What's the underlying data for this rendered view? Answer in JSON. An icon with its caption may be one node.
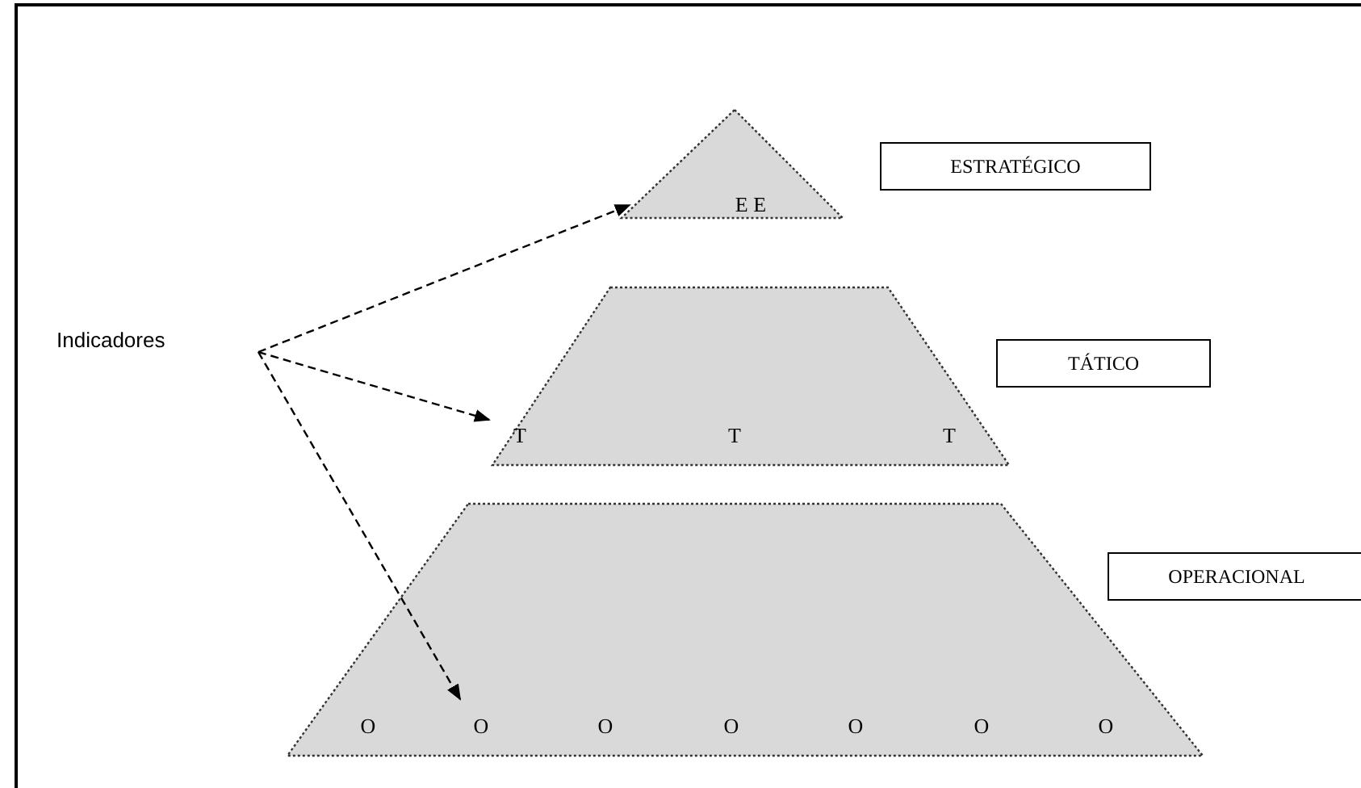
{
  "diagram": {
    "nodes": [
      {
        "text": [
          "Indicadores"
        ]
      },
      {
        "text": [
          "E E"
        ]
      },
      {
        "text": [
          "T",
          "T",
          "T"
        ]
      },
      {
        "text": [
          "O",
          "O",
          "O",
          "O",
          "O",
          "O",
          "O"
        ]
      },
      {
        "text": [
          "ESTRATÉGICO"
        ]
      },
      {
        "text": [
          "TÁTICO"
        ]
      },
      {
        "text": [
          "OPERACIONAL"
        ]
      }
    ],
    "edges": [
      {
        "from": 0,
        "to": 1,
        "arrow": "to",
        "style": "dashed"
      },
      {
        "from": 0,
        "to": 2,
        "arrow": "to",
        "style": "dashed"
      },
      {
        "from": 0,
        "to": 3,
        "arrow": "to",
        "style": "dashed"
      }
    ]
  }
}
